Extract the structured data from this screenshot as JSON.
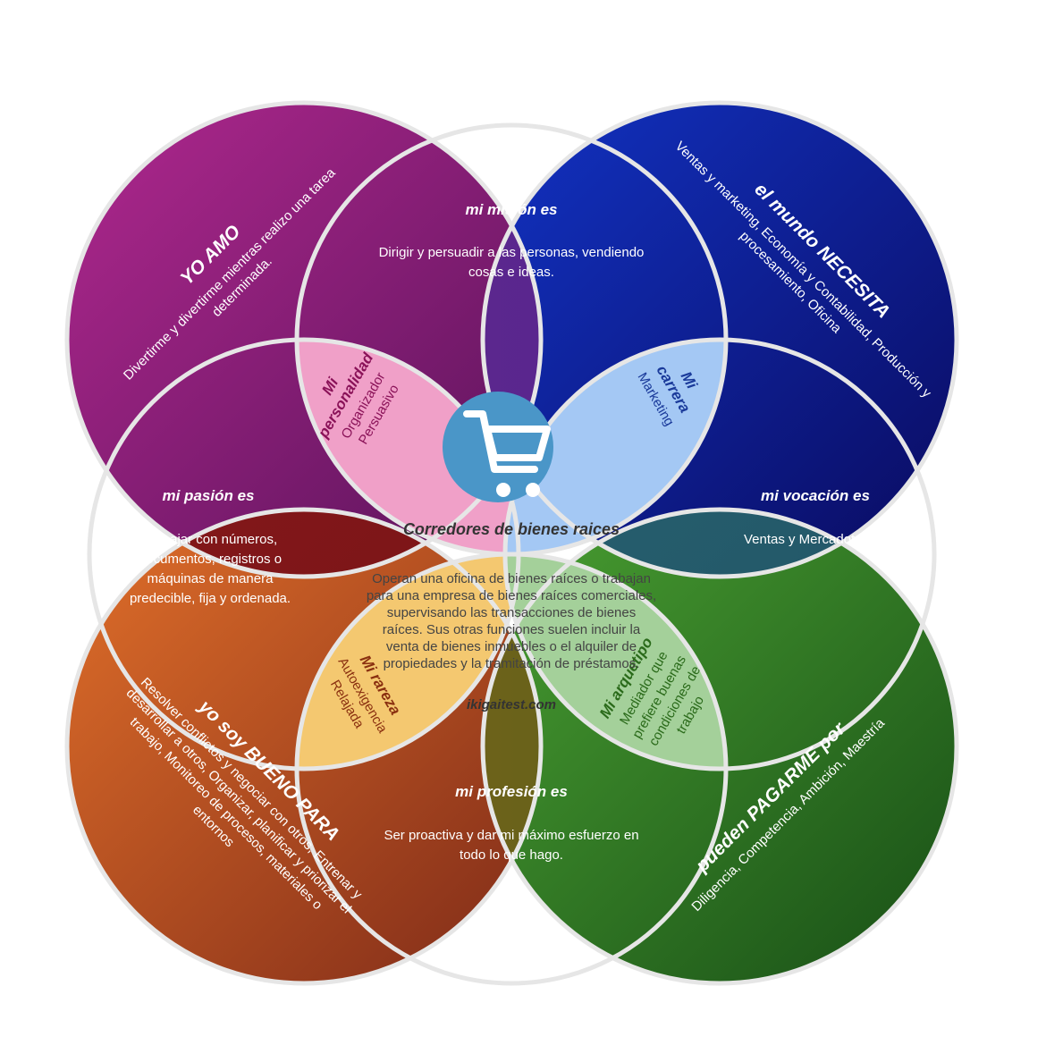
{
  "colors": {
    "love": [
      "#b0288e",
      "#58135a"
    ],
    "world": [
      "#1233c4",
      "#0a0a5e"
    ],
    "good": [
      "#e2702a",
      "#7e2a18"
    ],
    "paid": [
      "#4aa032",
      "#184e16"
    ],
    "mission": [
      "#6a2d8c",
      "#4a2090"
    ],
    "passion": [
      "#8e1c1c",
      "#6a0e14"
    ],
    "vocation": [
      "#2d6e78",
      "#1f4e62"
    ],
    "profession": [
      "#8a5a16",
      "#4a6a1e"
    ],
    "personality": "#f0a0c8",
    "career": "#a4c8f4",
    "rarity": "#f4c870",
    "archetype": "#a4d09a",
    "icon_circle": "#4a96c8",
    "center_text": "#444444",
    "personality_text": "#8a1258",
    "career_text": "#1a3a9a",
    "rarity_text": "#8a3010",
    "archetype_text": "#2a6a1a"
  },
  "love": {
    "title": "YO AMO",
    "lines": [
      "Divertirme y divertirme mientras realizo una tarea",
      "determinada."
    ]
  },
  "world": {
    "title": "el mundo NECESITA",
    "lines": [
      "Ventas y marketing, Economía y Contabilidad, Producción y",
      "procesamiento, Oficina"
    ]
  },
  "good": {
    "title": "yo soy BUENO PARA",
    "lines": [
      "Resolver conflictos y negociar con otros, Entrenar y",
      "desarrollar a otros, Organizar, planificar y priorizar el",
      "trabajo, Monitoreo de procesos, materiales o",
      "entornos"
    ]
  },
  "paid": {
    "title": "pueden PAGARME por",
    "lines": [
      "Diligencia, Competencia, Ambición, Maestría"
    ]
  },
  "mission": {
    "title": "mi misión es",
    "lines": [
      "Dirigir y persuadir a las personas, vendiendo",
      "cosas e ideas."
    ]
  },
  "passion": {
    "title": "mi pasión es",
    "lines": [
      "Trabajar con números,",
      "documentos, registros o",
      "máquinas de manera",
      "predecible, fija y ordenada."
    ]
  },
  "vocation": {
    "title": "mi vocación es",
    "lines": [
      "Ventas y Mercadotecnia"
    ]
  },
  "profession": {
    "title": "mi profesión es",
    "lines": [
      "Ser proactiva y dar mi máximo esfuerzo en",
      "todo lo que hago."
    ]
  },
  "personality": {
    "title_lines": [
      "Mi",
      "personalidad"
    ],
    "lines": [
      "Organizador",
      "Persuasivo"
    ]
  },
  "career": {
    "title_lines": [
      "Mi",
      "carrera"
    ],
    "lines": [
      "Marketing"
    ]
  },
  "rarity": {
    "title_lines": [
      "Mi rareza"
    ],
    "lines": [
      "Autoexigencia",
      "Relajada"
    ]
  },
  "archetype": {
    "title_lines": [
      "Mi arquetipo"
    ],
    "lines": [
      "Mediador que",
      "prefiere buenas",
      "condiciones de",
      "trabajo"
    ]
  },
  "center": {
    "icon": "shopping-cart-icon",
    "title": "Corredores de bienes raices",
    "lines": [
      "Operan una oficina de bienes raíces o trabajan",
      "para una empresa de bienes raíces comerciales,",
      "supervisando las transacciones de bienes",
      "raíces. Sus otras funciones suelen incluir la",
      "venta de bienes inmuebles o el alquiler de",
      "propiedades y la tramitación de préstamos."
    ],
    "website": "ikigaitest.com"
  }
}
